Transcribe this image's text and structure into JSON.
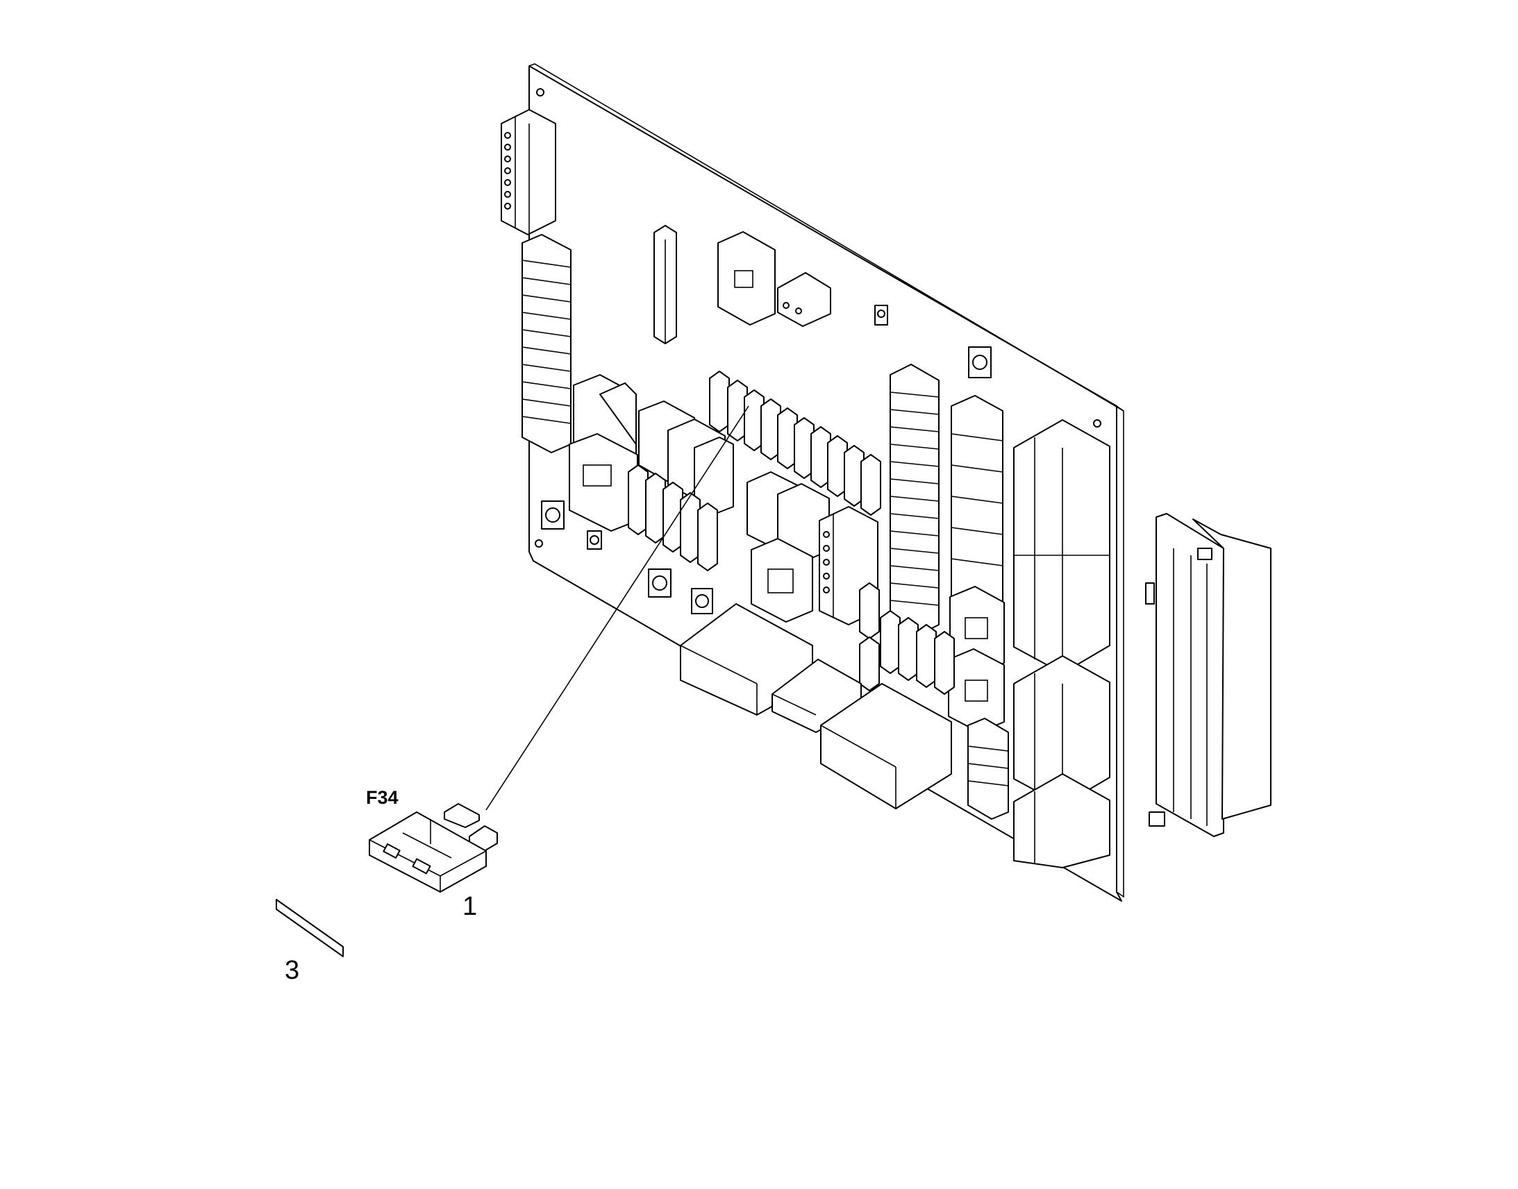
{
  "labels": {
    "fuse_designator": "F34",
    "callout_fuse": "1",
    "callout_strip": "3"
  },
  "colors": {
    "line": "#000000",
    "background": "#ffffff"
  }
}
